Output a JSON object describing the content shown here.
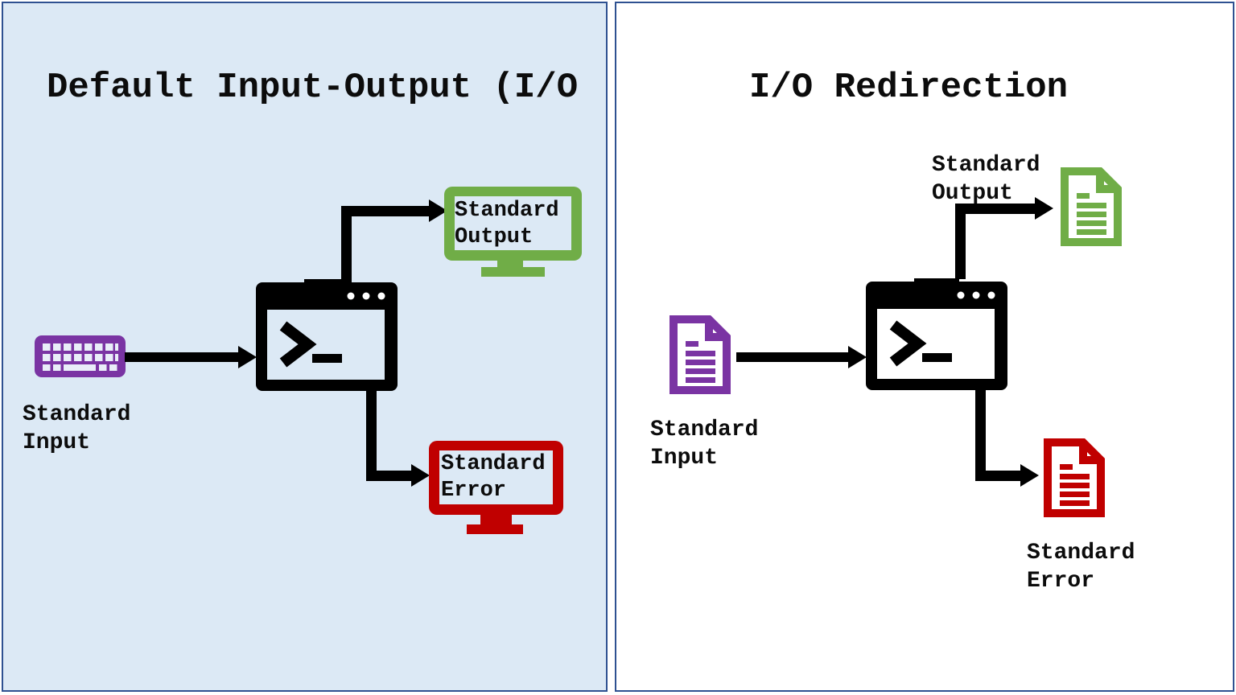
{
  "left_panel": {
    "title": "Default Input-Output (I/O",
    "input_label": "Standard\nInput",
    "output_label": "Standard\nOutput",
    "error_label": "Standard\nError"
  },
  "right_panel": {
    "title": "I/O Redirection",
    "input_label": "Standard\nInput",
    "output_label": "Standard\nOutput",
    "error_label": "Standard\nError"
  },
  "icons": {
    "left_input": "keyboard-icon",
    "left_process": "terminal-window-icon",
    "left_output": "monitor-icon",
    "left_error": "monitor-icon",
    "right_input": "document-icon",
    "right_process": "terminal-window-icon",
    "right_output": "document-icon",
    "right_error": "document-icon"
  },
  "colors": {
    "purple": "#7a34a3",
    "green": "#70ad47",
    "red": "#c00000",
    "panel-bg": "#dce9f5",
    "border-blue": "#2e5191"
  }
}
